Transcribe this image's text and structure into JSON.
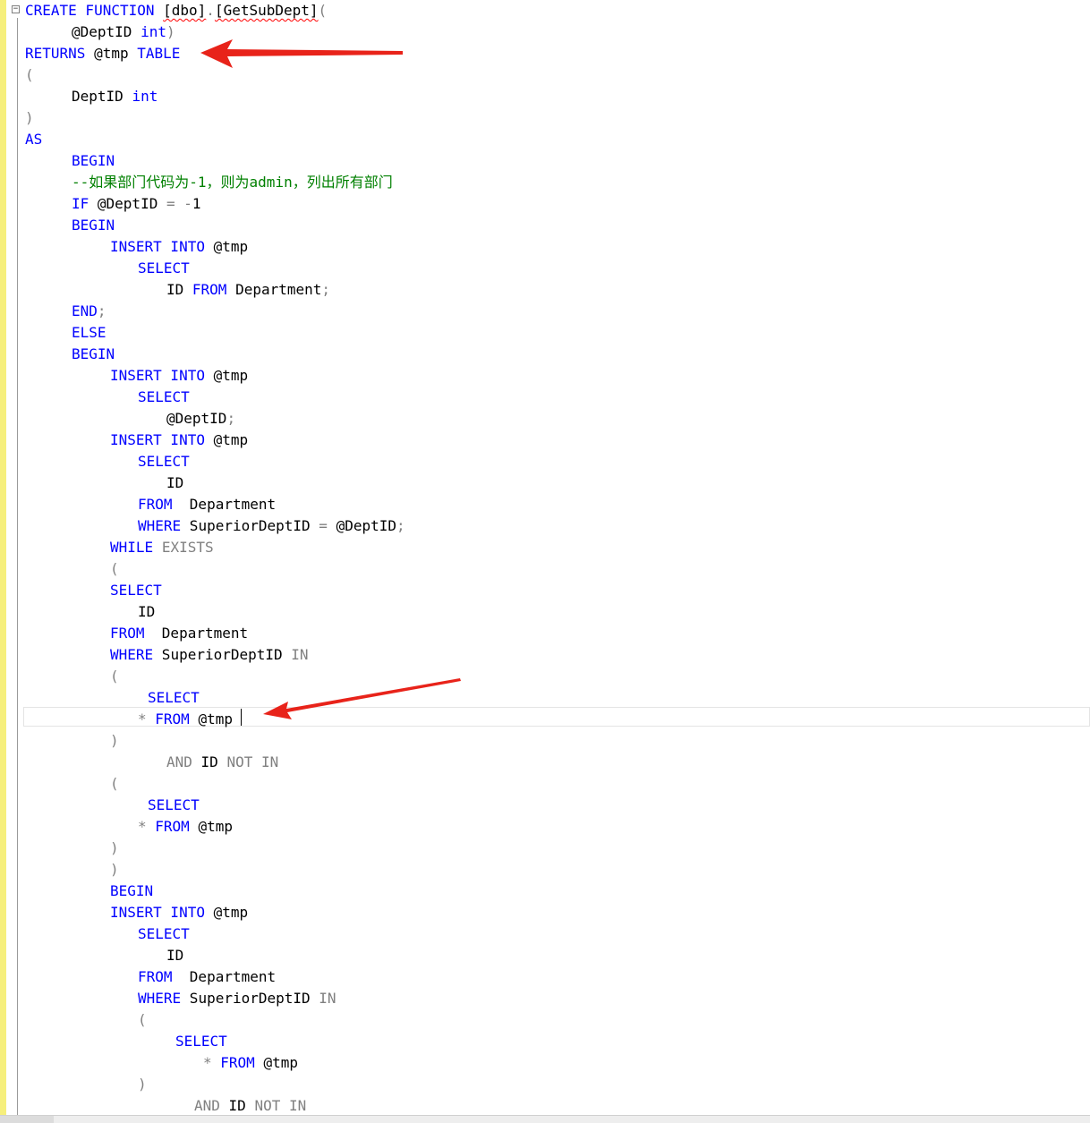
{
  "editor": {
    "language": "T-SQL",
    "lines": [
      {
        "indent": 0,
        "tokens": [
          [
            "kw",
            "CREATE FUNCTION "
          ],
          [
            "sq",
            "[dbo]"
          ],
          [
            "gray",
            "."
          ],
          [
            "sq",
            "[GetSubDept]"
          ],
          [
            "gray",
            "("
          ]
        ]
      },
      {
        "indent": 52,
        "tokens": [
          [
            "t",
            "@DeptID "
          ],
          [
            "kw",
            "int"
          ],
          [
            "gray",
            ")"
          ]
        ]
      },
      {
        "indent": 0,
        "tokens": [
          [
            "kw",
            "RETURNS"
          ],
          [
            "t",
            " @tmp "
          ],
          [
            "kw",
            "TABLE"
          ]
        ]
      },
      {
        "indent": 0,
        "tokens": [
          [
            "gray",
            "("
          ]
        ]
      },
      {
        "indent": 52,
        "tokens": [
          [
            "t",
            "DeptID "
          ],
          [
            "kw",
            "int"
          ]
        ]
      },
      {
        "indent": 0,
        "tokens": [
          [
            "gray",
            ")"
          ]
        ]
      },
      {
        "indent": 0,
        "tokens": [
          [
            "kw",
            "AS"
          ]
        ]
      },
      {
        "indent": 52,
        "tokens": [
          [
            "kw",
            "BEGIN"
          ]
        ]
      },
      {
        "indent": 52,
        "tokens": [
          [
            "cmt",
            "--如果部门代码为-1，则为admin，列出所有部门"
          ]
        ]
      },
      {
        "indent": 52,
        "tokens": [
          [
            "kw",
            "IF"
          ],
          [
            "t",
            " @DeptID "
          ],
          [
            "gray",
            "="
          ],
          [
            "t",
            " "
          ],
          [
            "gray",
            "-"
          ],
          [
            "t",
            "1"
          ]
        ]
      },
      {
        "indent": 52,
        "tokens": [
          [
            "kw",
            "BEGIN"
          ]
        ]
      },
      {
        "indent": 95,
        "tokens": [
          [
            "kw",
            "INSERT INTO"
          ],
          [
            "t",
            " @tmp"
          ]
        ]
      },
      {
        "indent": 126,
        "tokens": [
          [
            "kw",
            "SELECT"
          ]
        ]
      },
      {
        "indent": 158,
        "tokens": [
          [
            "t",
            "ID "
          ],
          [
            "kw",
            "FROM"
          ],
          [
            "t",
            " Department"
          ],
          [
            "gray",
            ";"
          ]
        ]
      },
      {
        "indent": 52,
        "tokens": [
          [
            "kw",
            "END"
          ],
          [
            "gray",
            ";"
          ]
        ]
      },
      {
        "indent": 52,
        "tokens": [
          [
            "kw",
            "ELSE"
          ]
        ]
      },
      {
        "indent": 52,
        "tokens": [
          [
            "kw",
            "BEGIN"
          ]
        ]
      },
      {
        "indent": 95,
        "tokens": [
          [
            "kw",
            "INSERT INTO"
          ],
          [
            "t",
            " @tmp"
          ]
        ]
      },
      {
        "indent": 126,
        "tokens": [
          [
            "kw",
            "SELECT"
          ]
        ]
      },
      {
        "indent": 158,
        "tokens": [
          [
            "t",
            "@DeptID"
          ],
          [
            "gray",
            ";"
          ]
        ]
      },
      {
        "indent": 95,
        "tokens": [
          [
            "kw",
            "INSERT INTO"
          ],
          [
            "t",
            " @tmp"
          ]
        ]
      },
      {
        "indent": 126,
        "tokens": [
          [
            "kw",
            "SELECT"
          ]
        ]
      },
      {
        "indent": 158,
        "tokens": [
          [
            "t",
            "ID"
          ]
        ]
      },
      {
        "indent": 126,
        "tokens": [
          [
            "kw",
            "FROM"
          ],
          [
            "t",
            "  Department"
          ]
        ]
      },
      {
        "indent": 126,
        "tokens": [
          [
            "kw",
            "WHERE"
          ],
          [
            "t",
            " SuperiorDeptID "
          ],
          [
            "gray",
            "="
          ],
          [
            "t",
            " @DeptID"
          ],
          [
            "gray",
            ";"
          ]
        ]
      },
      {
        "indent": 95,
        "tokens": [
          [
            "kw",
            "WHILE"
          ],
          [
            "t",
            " "
          ],
          [
            "gray",
            "EXISTS"
          ]
        ]
      },
      {
        "indent": 95,
        "tokens": [
          [
            "gray",
            "("
          ]
        ]
      },
      {
        "indent": 95,
        "tokens": [
          [
            "kw",
            "SELECT"
          ]
        ]
      },
      {
        "indent": 126,
        "tokens": [
          [
            "t",
            "ID"
          ]
        ]
      },
      {
        "indent": 95,
        "tokens": [
          [
            "kw",
            "FROM"
          ],
          [
            "t",
            "  Department"
          ]
        ]
      },
      {
        "indent": 95,
        "tokens": [
          [
            "kw",
            "WHERE"
          ],
          [
            "t",
            " SuperiorDeptID "
          ],
          [
            "gray",
            "IN"
          ]
        ]
      },
      {
        "indent": 95,
        "tokens": [
          [
            "gray",
            "("
          ]
        ]
      },
      {
        "indent": 137,
        "tokens": [
          [
            "kw",
            "SELECT"
          ]
        ]
      },
      {
        "indent": 126,
        "tokens": [
          [
            "gray",
            "*"
          ],
          [
            "t",
            " "
          ],
          [
            "kw",
            "FROM"
          ],
          [
            "t",
            " @tmp"
          ]
        ]
      },
      {
        "indent": 95,
        "tokens": [
          [
            "gray",
            ")"
          ]
        ]
      },
      {
        "indent": 158,
        "tokens": [
          [
            "gray",
            "AND"
          ],
          [
            "t",
            " ID "
          ],
          [
            "gray",
            "NOT"
          ],
          [
            "t",
            " "
          ],
          [
            "gray",
            "IN"
          ]
        ]
      },
      {
        "indent": 95,
        "tokens": [
          [
            "gray",
            "("
          ]
        ]
      },
      {
        "indent": 137,
        "tokens": [
          [
            "kw",
            "SELECT"
          ]
        ]
      },
      {
        "indent": 126,
        "tokens": [
          [
            "gray",
            "*"
          ],
          [
            "t",
            " "
          ],
          [
            "kw",
            "FROM"
          ],
          [
            "t",
            " @tmp"
          ]
        ]
      },
      {
        "indent": 95,
        "tokens": [
          [
            "gray",
            ")"
          ]
        ]
      },
      {
        "indent": 95,
        "tokens": [
          [
            "gray",
            ")"
          ]
        ]
      },
      {
        "indent": 95,
        "tokens": [
          [
            "kw",
            "BEGIN"
          ]
        ]
      },
      {
        "indent": 95,
        "tokens": [
          [
            "kw",
            "INSERT INTO"
          ],
          [
            "t",
            " @tmp"
          ]
        ]
      },
      {
        "indent": 126,
        "tokens": [
          [
            "kw",
            "SELECT"
          ]
        ]
      },
      {
        "indent": 158,
        "tokens": [
          [
            "t",
            "ID"
          ]
        ]
      },
      {
        "indent": 126,
        "tokens": [
          [
            "kw",
            "FROM"
          ],
          [
            "t",
            "  Department"
          ]
        ]
      },
      {
        "indent": 126,
        "tokens": [
          [
            "kw",
            "WHERE"
          ],
          [
            "t",
            " SuperiorDeptID "
          ],
          [
            "gray",
            "IN"
          ]
        ]
      },
      {
        "indent": 126,
        "tokens": [
          [
            "gray",
            "("
          ]
        ]
      },
      {
        "indent": 168,
        "tokens": [
          [
            "kw",
            "SELECT"
          ]
        ]
      },
      {
        "indent": 199,
        "tokens": [
          [
            "gray",
            "*"
          ],
          [
            "t",
            " "
          ],
          [
            "kw",
            "FROM"
          ],
          [
            "t",
            " @tmp"
          ]
        ]
      },
      {
        "indent": 126,
        "tokens": [
          [
            "gray",
            ")"
          ]
        ]
      },
      {
        "indent": 189,
        "tokens": [
          [
            "gray",
            "AND"
          ],
          [
            "t",
            " ID "
          ],
          [
            "gray",
            "NOT"
          ],
          [
            "t",
            " "
          ],
          [
            "gray",
            "IN"
          ]
        ]
      }
    ],
    "current_line": 33
  },
  "colors": {
    "keyword": "#0000ff",
    "operator": "#808080",
    "comment": "#008000",
    "annotation_arrow": "#e8231a",
    "change_bar": "#f6ef7c"
  }
}
